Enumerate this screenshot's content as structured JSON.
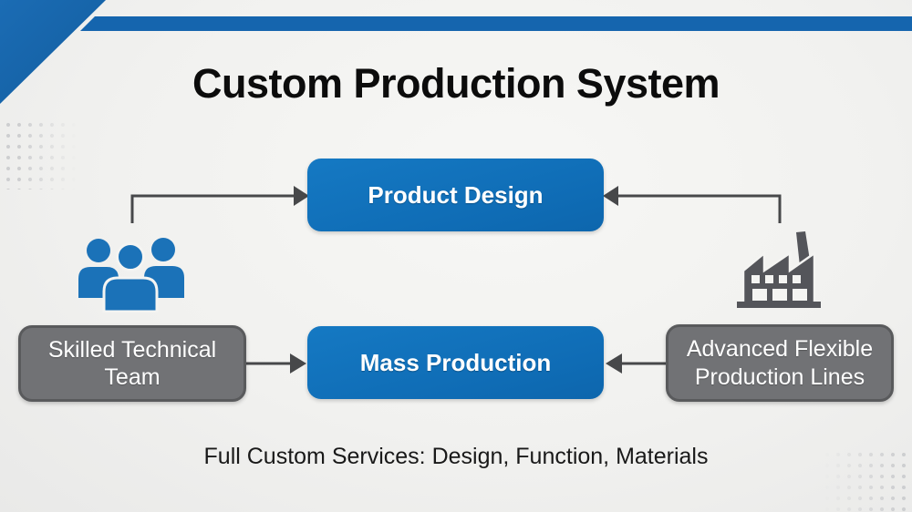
{
  "slide": {
    "title": "Custom Production System",
    "caption": "Full Custom Services: Design, Function, Materials"
  },
  "diagram": {
    "product_design": {
      "label": "Product Design",
      "type": "process-box-blue"
    },
    "mass_production": {
      "label": "Mass Production",
      "type": "process-box-blue"
    },
    "skilled_team": {
      "label": "Skilled Technical Team",
      "type": "resource-box-gray"
    },
    "production_lines": {
      "label": "Advanced Flexible Production Lines",
      "type": "resource-box-gray"
    },
    "icons": {
      "team": "team-people-icon",
      "factory": "factory-icon"
    },
    "connections": [
      "skilled-team -> product-design",
      "skilled-team -> mass-production",
      "production-lines -> product-design",
      "production-lines -> mass-production"
    ]
  },
  "colors": {
    "primary_blue": "#0f6cb5",
    "accent_blue": "#1565ae",
    "box_gray": "#717275",
    "arrow_gray": "#47484a",
    "icon_blue": "#1b72b8",
    "icon_gray": "#54555a"
  }
}
